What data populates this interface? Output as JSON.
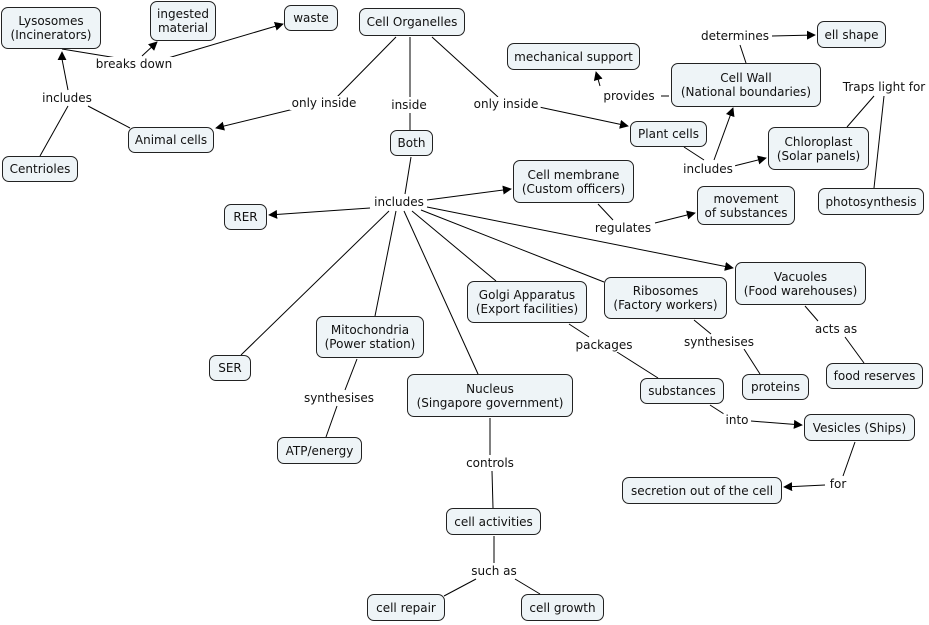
{
  "diagram": {
    "nodes": {
      "cell_organelles": "Cell Organelles",
      "lysosomes": "Lysosomes\n(Incinerators)",
      "ingested_material": "ingested\nmaterial",
      "waste": "waste",
      "centrioles": "Centrioles",
      "animal_cells": "Animal cells",
      "both": "Both",
      "plant_cells": "Plant cells",
      "mechanical_support": "mechanical support",
      "cell_wall": "Cell Wall\n(National boundaries)",
      "cell_shape": "ell shape",
      "chloroplast": "Chloroplast\n(Solar panels)",
      "photosynthesis": "photosynthesis",
      "cell_membrane": "Cell membrane\n(Custom officers)",
      "movement": "movement\nof substances",
      "rer": "RER",
      "vacuoles": "Vacuoles\n(Food warehouses)",
      "food_reserves": "food reserves",
      "ribosomes": "Ribosomes\n(Factory workers)",
      "proteins": "proteins",
      "golgi": "Golgi Apparatus\n(Export facilities)",
      "substances": "substances",
      "vesicles": "Vesicles (Ships)",
      "secretion": "secretion out of the cell",
      "mitochondria": "Mitochondria\n(Power station)",
      "atp": "ATP/energy",
      "ser": "SER",
      "nucleus": "Nucleus\n(Singapore government)",
      "cell_activities": "cell activities",
      "cell_repair": "cell repair",
      "cell_growth": "cell growth"
    },
    "linking_phrases": {
      "breaks_down": "breaks down",
      "includes_animal": "includes",
      "only_inside_animal": "only inside",
      "inside_both": "inside",
      "only_inside_plant": "only inside",
      "provides": "provides",
      "determines": "determines",
      "traps_light_for": "Traps light for",
      "includes_plant": "includes",
      "includes_both": "includes",
      "regulates": "regulates",
      "acts_as": "acts as",
      "synthesises_ribo": "synthesises",
      "packages": "packages",
      "into": "into",
      "for": "for",
      "synthesises_mito": "synthesises",
      "controls": "controls",
      "such_as": "such as"
    }
  }
}
